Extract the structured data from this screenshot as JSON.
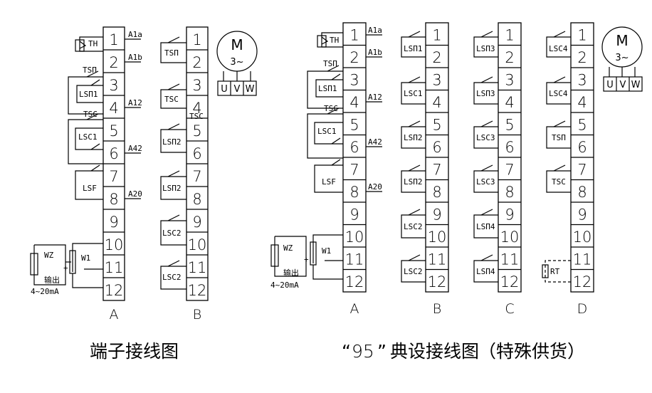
{
  "terminals": [
    "1",
    "2",
    "3",
    "4",
    "5",
    "6",
    "7",
    "8",
    "9",
    "10",
    "11",
    "12"
  ],
  "left": {
    "title": "端子接线图",
    "columns": {
      "A": "A",
      "B": "B"
    },
    "A": {
      "signals": {
        "s1": "A1a",
        "s2": "A1b",
        "s4": "A12",
        "s6": "A42",
        "s8": "A20"
      },
      "switches": {
        "th": "TH",
        "tso": "TSΠ",
        "lso1": "LSΠ1",
        "tsc": "TSC",
        "lsc1": "LSC1",
        "lsf": "LSF"
      },
      "wz": "WZ",
      "w1": "W1",
      "output": "输出",
      "range": "4~20mA",
      "plus": "+",
      "minus": "-"
    },
    "B": {
      "switches": {
        "s1": "TSΠ",
        "s3": "TSC",
        "s3b": "TSC",
        "s5": "LSΠ2",
        "s7": "LSΠ2",
        "s9": "LSC2",
        "s11": "LSC2"
      }
    },
    "motor": {
      "m": "M",
      "phase": "3~",
      "u": "U",
      "v": "V",
      "w": "W"
    }
  },
  "right": {
    "title_quote_open": "“",
    "title_95": "95",
    "title_quote_close": "”",
    "title_rest": "典设接线图",
    "title_paren": "（特殊供货）",
    "columns": {
      "A": "A",
      "B": "B",
      "C": "C",
      "D": "D"
    },
    "A": {
      "signals": {
        "s1": "A1a",
        "s2": "A1b",
        "s4": "A12",
        "s6": "A42",
        "s8": "A20"
      },
      "switches": {
        "th": "TH",
        "tso": "TSΠ",
        "lso1": "LSΠ1",
        "tsc": "TSC",
        "lsc1": "LSC1",
        "lsf": "LSF"
      },
      "wz": "WZ",
      "w1": "W1",
      "output": "输出",
      "range": "4~20mA",
      "plus": "+",
      "minus": "-"
    },
    "B": {
      "switches": {
        "s1": "LSΠ1",
        "s3": "LSC1",
        "s5": "LSΠ2",
        "s7": "LSΠ2",
        "s9": "LSC2",
        "s11": "LSC2"
      }
    },
    "C": {
      "switches": {
        "s1": "LSΠ3",
        "s3": "LSΠ3",
        "s5": "LSC3",
        "s7": "LSC3",
        "s9": "LSΠ4",
        "s11": "LSΠ4"
      }
    },
    "D": {
      "switches": {
        "s1": "LSC4",
        "s3": "LSC4",
        "s5": "TSΠ",
        "s7": "TSC",
        "s11": "RT"
      }
    },
    "motor": {
      "m": "M",
      "phase": "3~",
      "u": "U",
      "v": "V",
      "w": "W"
    }
  }
}
